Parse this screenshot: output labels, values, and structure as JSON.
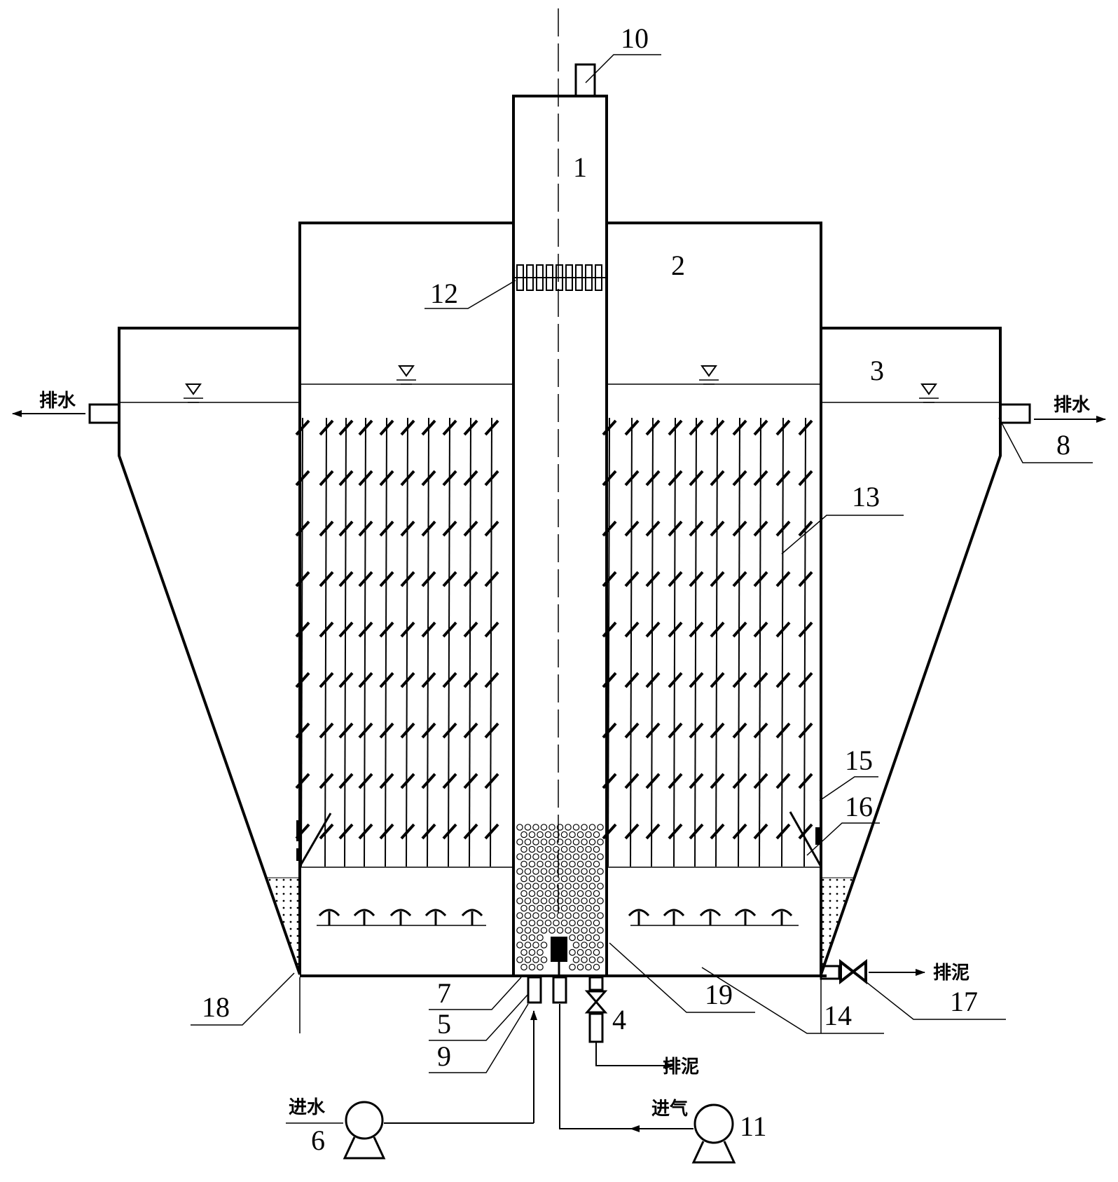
{
  "labels": {
    "n1": "1",
    "n2": "2",
    "n3": "3",
    "n4": "4",
    "n5": "5",
    "n6": "6",
    "n7": "7",
    "n8": "8",
    "n9": "9",
    "n10": "10",
    "n11": "11",
    "n12": "12",
    "n13": "13",
    "n14": "14",
    "n15": "15",
    "n16": "16",
    "n17": "17",
    "n18": "18",
    "n19": "19"
  },
  "text": {
    "drain_left": "排水",
    "drain_right": "排水",
    "sludge_bottom": "排泥",
    "sludge_right": "排泥",
    "water_in": "进水",
    "air_in": "进气"
  },
  "colors": {
    "line": "#000000",
    "background": "#ffffff"
  }
}
